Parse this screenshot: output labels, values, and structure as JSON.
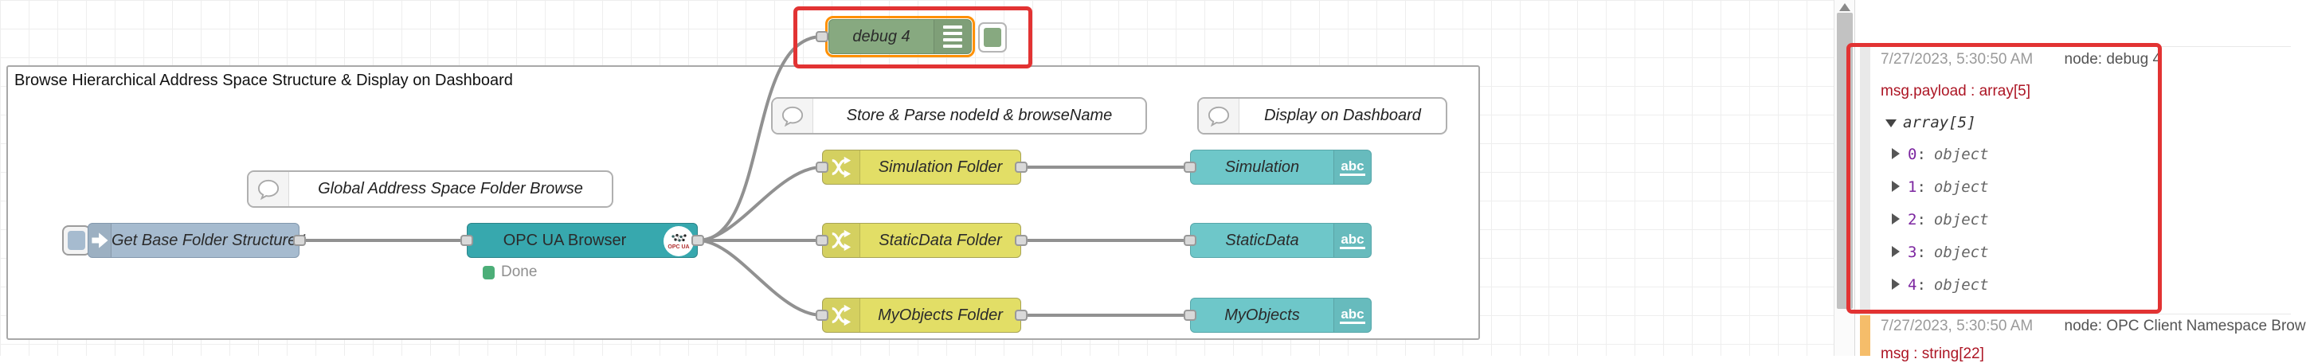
{
  "flow": {
    "group": {
      "label": "Browse Hierarchical Address Space Structure & Display on Dashboard"
    },
    "comments": [
      {
        "label": "Global Address Space Folder Browse"
      },
      {
        "label": "Store & Parse nodeId & browseName"
      },
      {
        "label": "Display on Dashboard"
      }
    ],
    "inject": {
      "label": "Get Base Folder Structure ¹"
    },
    "browser": {
      "label": "OPC UA Browser",
      "icon_text": "OPC UA",
      "status": "Done"
    },
    "switches": [
      {
        "label": "Simulation Folder"
      },
      {
        "label": "StaticData Folder"
      },
      {
        "label": "MyObjects Folder"
      }
    ],
    "ui_texts": [
      {
        "label": "Simulation",
        "icon": "abc"
      },
      {
        "label": "StaticData",
        "icon": "abc"
      },
      {
        "label": "MyObjects",
        "icon": "abc"
      }
    ],
    "debug": {
      "label": "debug 4"
    }
  },
  "sidebar": {
    "separator": ":",
    "entries": [
      {
        "timestamp": "7/27/2023, 5:30:50 AM",
        "node": "node: debug 4",
        "property": "msg.payload : array[5]",
        "tree_root": "array[5]",
        "items": [
          {
            "key": "0",
            "type": "object"
          },
          {
            "key": "1",
            "type": "object"
          },
          {
            "key": "2",
            "type": "object"
          },
          {
            "key": "3",
            "type": "object"
          },
          {
            "key": "4",
            "type": "object"
          }
        ]
      },
      {
        "timestamp": "7/27/2023, 5:30:50 AM",
        "node": "node: OPC Client Namespace Brow",
        "property": "msg : string[22]"
      }
    ]
  },
  "colors": {
    "inject_node": "#a6bbcf",
    "browser_node": "#37a8ae",
    "switch_node": "#e2de66",
    "ui_text_node": "#6ec7c9",
    "debug_node": "#87a980",
    "selection_outline": "#ff9000",
    "annotation_red": "#e23333",
    "status_done_green": "#4cae78",
    "debug_property_red": "#ad1625",
    "debug_index_purple": "#7c26a0",
    "entry2_bar_amber": "#f5bd6a"
  }
}
